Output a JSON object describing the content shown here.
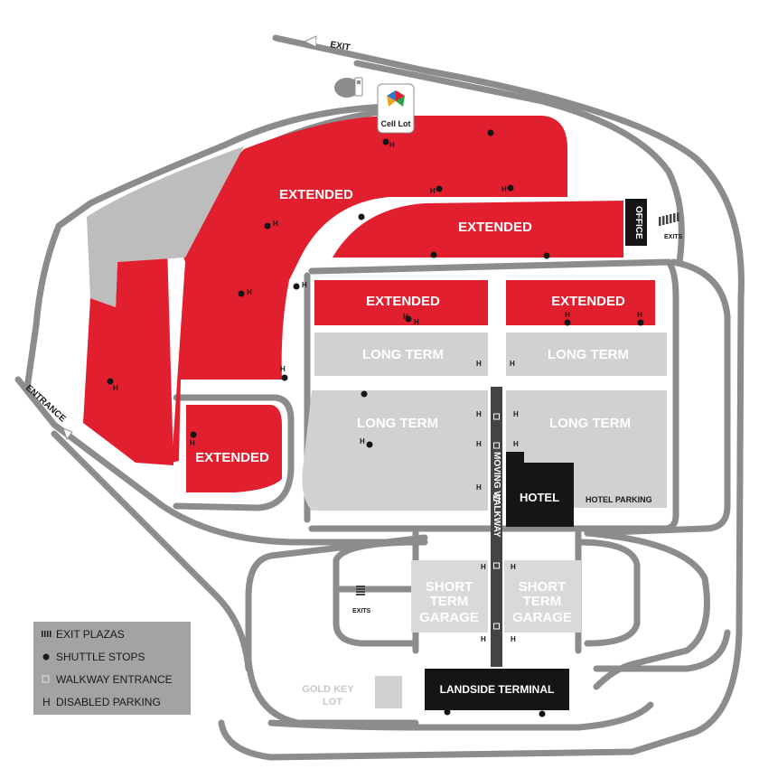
{
  "colors": {
    "road": "#8c8c8c",
    "extended": "#e21f2f",
    "long_term": "#d1d1d1",
    "garage": "#d9d9d9",
    "dark": "#151515",
    "legend_bg": "#a3a3a3"
  },
  "signs": {
    "exit_top": "EXIT",
    "entrance": "ENTRANCE",
    "cell_lot": "Cell Lot",
    "office": "OFFICE",
    "exits_right": "EXITS",
    "exits_left": "EXITS"
  },
  "lots": {
    "extended_main": "EXTENDED",
    "extended_right": "EXTENDED",
    "extended_mid_left": "EXTENDED",
    "extended_mid_right": "EXTENDED",
    "extended_small": "EXTENDED",
    "long_term_1": "LONG TERM",
    "long_term_2": "LONG TERM",
    "long_term_3": "LONG TERM",
    "long_term_4": "LONG TERM",
    "short_term_left": [
      "SHORT",
      "TERM",
      "GARAGE"
    ],
    "short_term_right": [
      "SHORT",
      "TERM",
      "GARAGE"
    ],
    "gold_key": [
      "GOLD KEY",
      "LOT"
    ]
  },
  "buildings": {
    "hotel": "HOTEL",
    "hotel_parking": "HOTEL PARKING",
    "landside_terminal": "LANDSIDE TERMINAL",
    "moving_walkway": "MOVING WALKWAY"
  },
  "markers": {
    "disabled": "H"
  },
  "legend": {
    "items": [
      {
        "icon": "exit-plaza-icon",
        "label": "EXIT PLAZAS"
      },
      {
        "icon": "shuttle-stop-icon",
        "label": "SHUTTLE STOPS"
      },
      {
        "icon": "walkway-entrance-icon",
        "label": "WALKWAY ENTRANCE"
      },
      {
        "icon": "disabled-parking-icon",
        "label": "DISABLED PARKING"
      }
    ]
  }
}
